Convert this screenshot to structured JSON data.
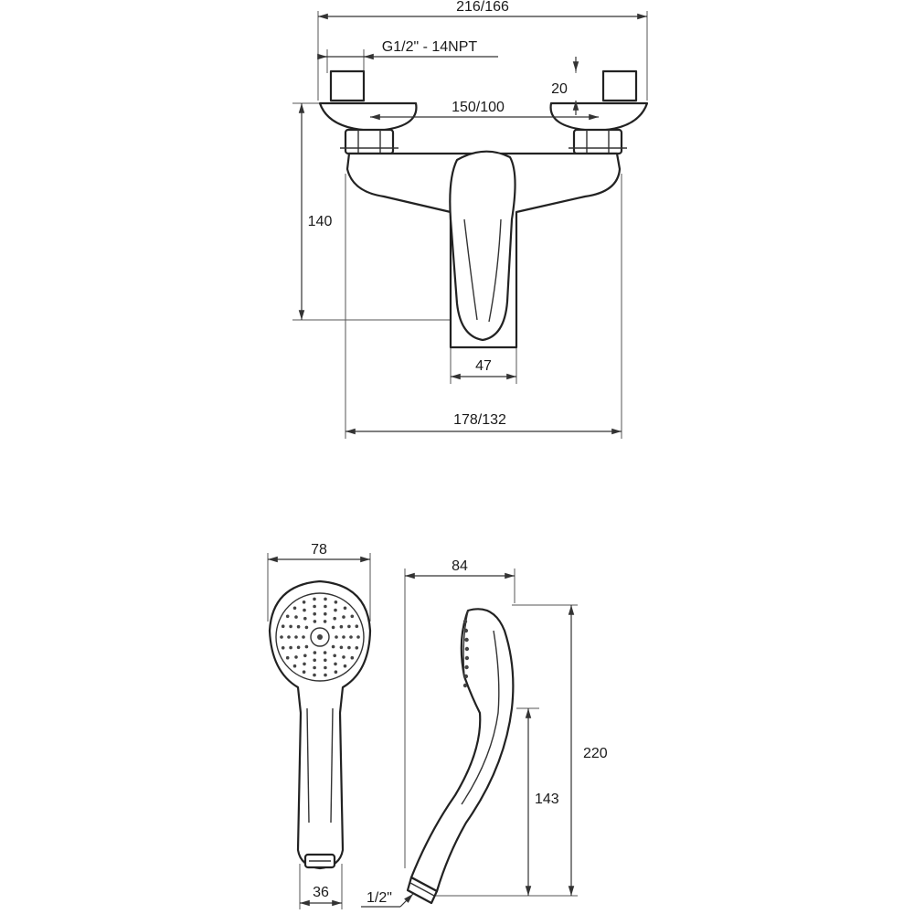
{
  "faucet": {
    "overall_width": "216/166",
    "thread": "G1/2\" - 14NPT",
    "eccentric_height": "20",
    "centers": "150/100",
    "height": "140",
    "handle_width": "47",
    "body_width": "178/132"
  },
  "shower_front": {
    "head_diameter": "78",
    "handle_end": "36"
  },
  "shower_side": {
    "depth": "84",
    "total_length": "220",
    "handle_length": "143",
    "connection": "1/2\""
  }
}
